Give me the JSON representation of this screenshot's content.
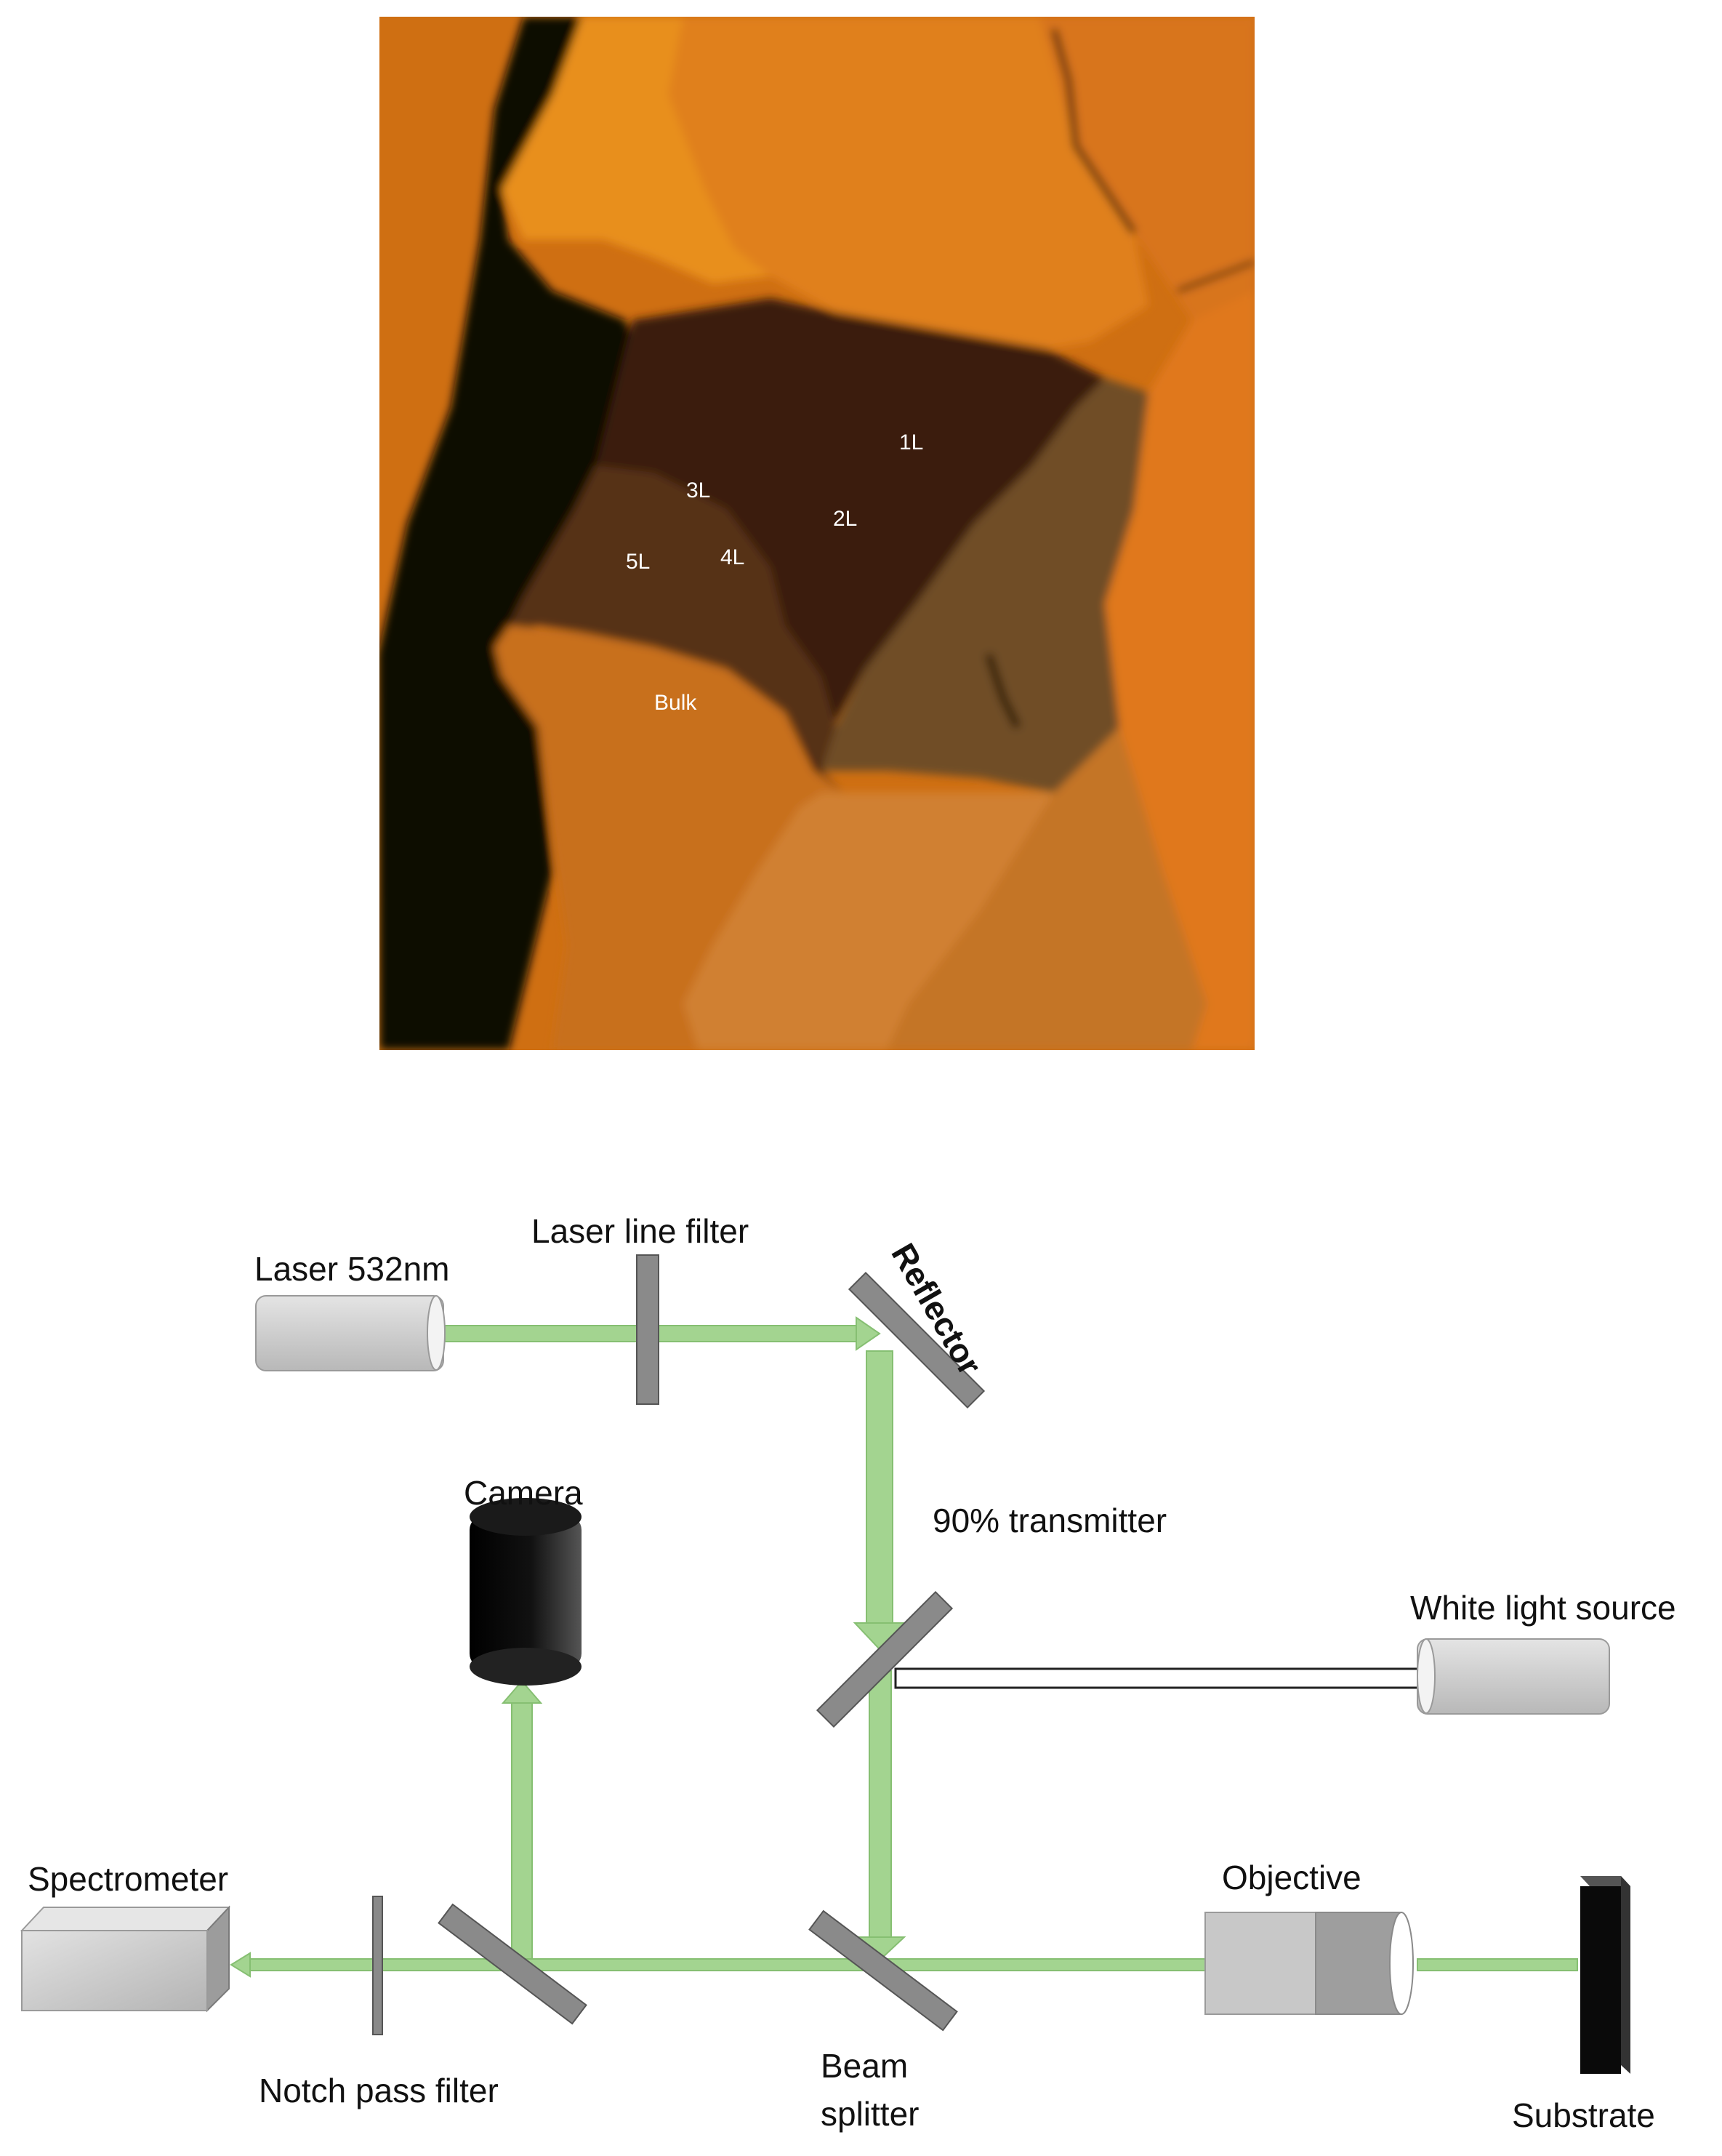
{
  "micrograph": {
    "layer_labels": [
      "1L",
      "2L",
      "3L",
      "4L",
      "5L",
      "Bulk"
    ]
  },
  "setup": {
    "laser": "Laser 532nm",
    "laser_line_filter": "Laser line filter",
    "reflector": "Reflector",
    "transmitter": "90% transmitter",
    "white_light_source": "White light source",
    "camera": "Camera",
    "spectrometer": "Spectrometer",
    "objective": "Objective",
    "notch_filter": "Notch pass filter",
    "beam_splitter_line1": "Beam",
    "beam_splitter_line2": "splitter",
    "substrate": "Substrate"
  },
  "colors": {
    "beam_green": "#9fcf8c",
    "micrograph_orange": "#d97a16",
    "micrograph_dark": "#2c1404"
  }
}
